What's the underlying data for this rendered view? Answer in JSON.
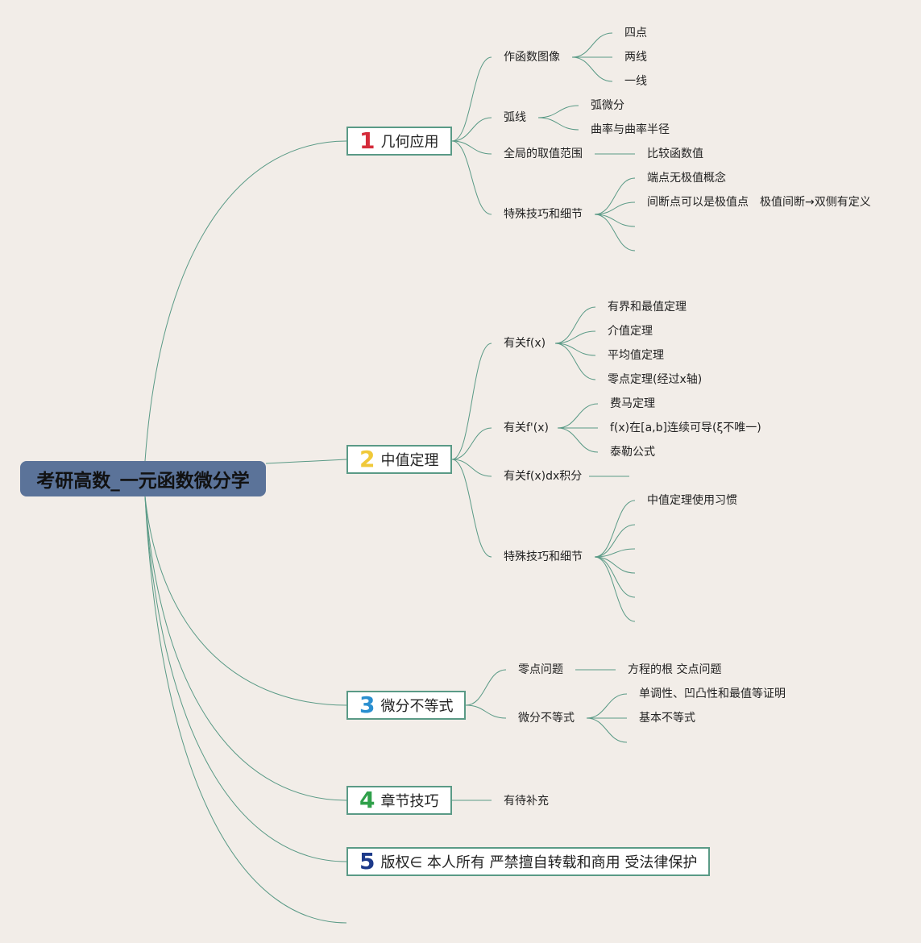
{
  "root": {
    "label": "考研高数_一元函数微分学"
  },
  "branches": [
    {
      "num": "1",
      "num_color": "#d42b3a",
      "label": "几何应用",
      "children": [
        {
          "label": "作函数图像",
          "children": [
            "四点",
            "两线",
            "一线"
          ]
        },
        {
          "label": "弧线",
          "children": [
            "弧微分",
            "曲率与曲率半径"
          ]
        },
        {
          "label": "全局的取值范围",
          "children": [
            "比较函数值"
          ]
        },
        {
          "label": "特殊技巧和细节",
          "children": [
            "端点无极值概念",
            "间断点可以是极值点",
            "极值间断→双侧有定义"
          ]
        }
      ]
    },
    {
      "num": "2",
      "num_color": "#f0c93a",
      "label": "中值定理",
      "children": [
        {
          "label": "有关f(x)",
          "children": [
            "有界和最值定理",
            "介值定理",
            "平均值定理",
            "零点定理(经过x轴)"
          ]
        },
        {
          "label": "有关f'(x)",
          "children": [
            "费马定理",
            "f(x)在[a,b]连续可导(ξ不唯一)",
            "泰勒公式"
          ]
        },
        {
          "label": "有关f(x)dx积分",
          "children": []
        },
        {
          "label": "特殊技巧和细节",
          "children": [
            "中值定理使用习惯"
          ]
        }
      ]
    },
    {
      "num": "3",
      "num_color": "#2a8fd0",
      "label": "微分不等式",
      "children": [
        {
          "label": "零点问题",
          "children": [
            "方程的根 交点问题"
          ]
        },
        {
          "label": "微分不等式",
          "children": [
            "单调性、凹凸性和最值等证明",
            "基本不等式"
          ]
        }
      ]
    },
    {
      "num": "4",
      "num_color": "#2fa04a",
      "label": "章节技巧",
      "children": [
        {
          "label": "有待补充",
          "children": []
        }
      ]
    },
    {
      "num": "5",
      "num_color": "#1d3a8a",
      "label": "版权∈ 本人所有 严禁擅自转载和商用 受法律保护",
      "children": []
    }
  ],
  "colors": {
    "line": "#5a9a86",
    "root_bg": "#5b7399",
    "background": "#f2ede8"
  }
}
